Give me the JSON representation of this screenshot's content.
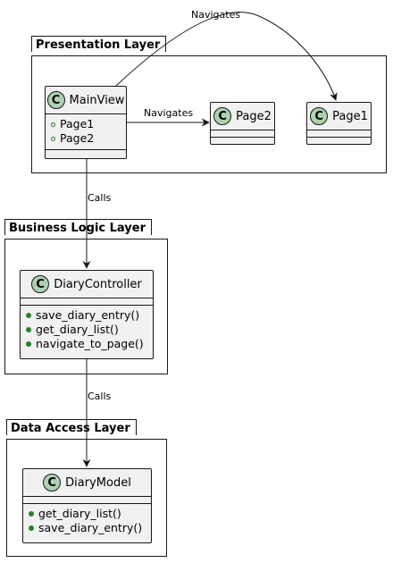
{
  "packages": {
    "presentation": "Presentation Layer",
    "business": "Business Logic Layer",
    "data": "Data Access Layer"
  },
  "classes": {
    "mainview": {
      "name": "MainView",
      "members": [
        "Page1",
        "Page2"
      ]
    },
    "page2": {
      "name": "Page2"
    },
    "page1": {
      "name": "Page1"
    },
    "diarycontroller": {
      "name": "DiaryController",
      "members": [
        "save_diary_entry()",
        "get_diary_list()",
        "navigate_to_page()"
      ]
    },
    "diarymodel": {
      "name": "DiaryModel",
      "members": [
        "get_diary_list()",
        "save_diary_entry()"
      ]
    }
  },
  "class_icon_letter": "C",
  "edges": {
    "navigates_top": "Navigates",
    "navigates_mid": "Navigates",
    "calls_1": "Calls",
    "calls_2": "Calls"
  },
  "colors": {
    "class_bg": "#f1f1f1",
    "circle": "#add1b2",
    "line": "#181818"
  }
}
